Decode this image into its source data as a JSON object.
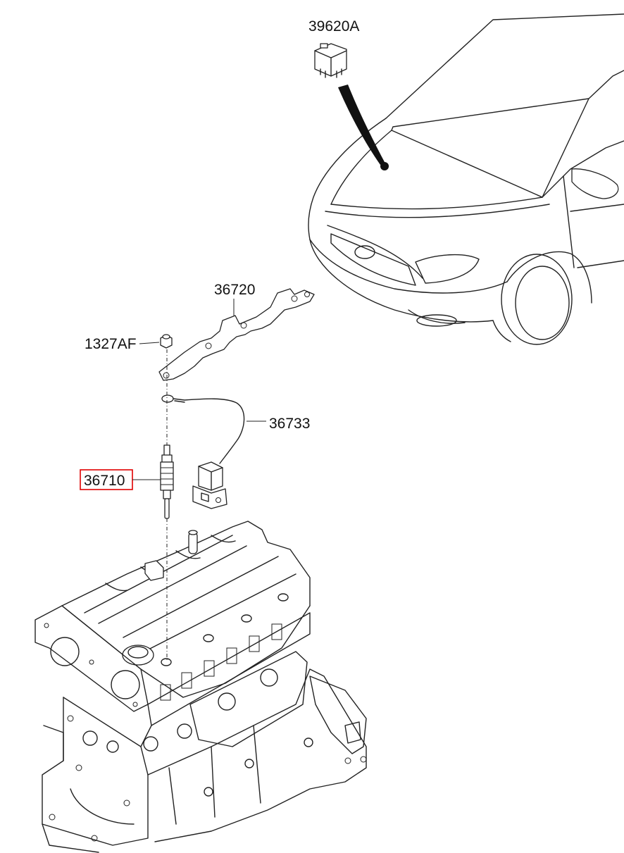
{
  "parts": {
    "relay": "39620A",
    "glow_plug_bracket": "36720",
    "nut": "1327AF",
    "wire_harness": "36733",
    "glow_plug": "36710"
  },
  "highlighted_part": "36710",
  "colors": {
    "line": "#222222",
    "highlight": "#e00000",
    "background": "#ffffff"
  }
}
